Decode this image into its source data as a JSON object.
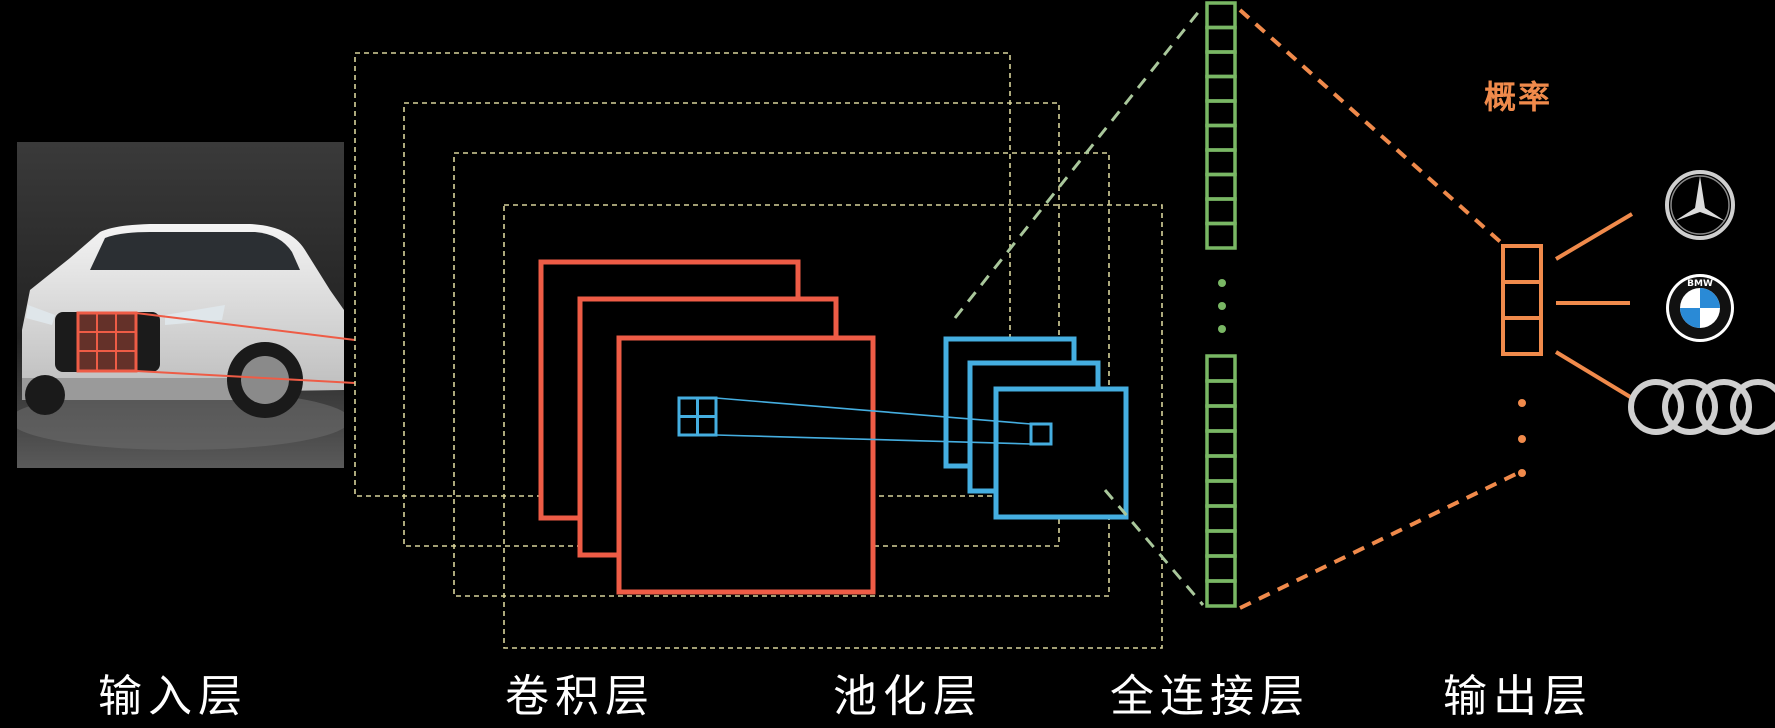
{
  "labels": {
    "input_layer": "输入层",
    "conv_layer": "卷积层",
    "pool_layer": "池化层",
    "fc_layer": "全连接层",
    "output_layer": "输出层",
    "probability": "概率"
  },
  "logos": {
    "mercedes": "mercedes-logo",
    "bmw": "BMW",
    "audi": "audi-logo"
  },
  "colors": {
    "background": "#000000",
    "conv": "#ee5c46",
    "pool": "#45aee0",
    "fc": "#79b764",
    "output": "#f08a4b",
    "feature_map_outline": "#d8d39a",
    "text": "#ffffff"
  }
}
